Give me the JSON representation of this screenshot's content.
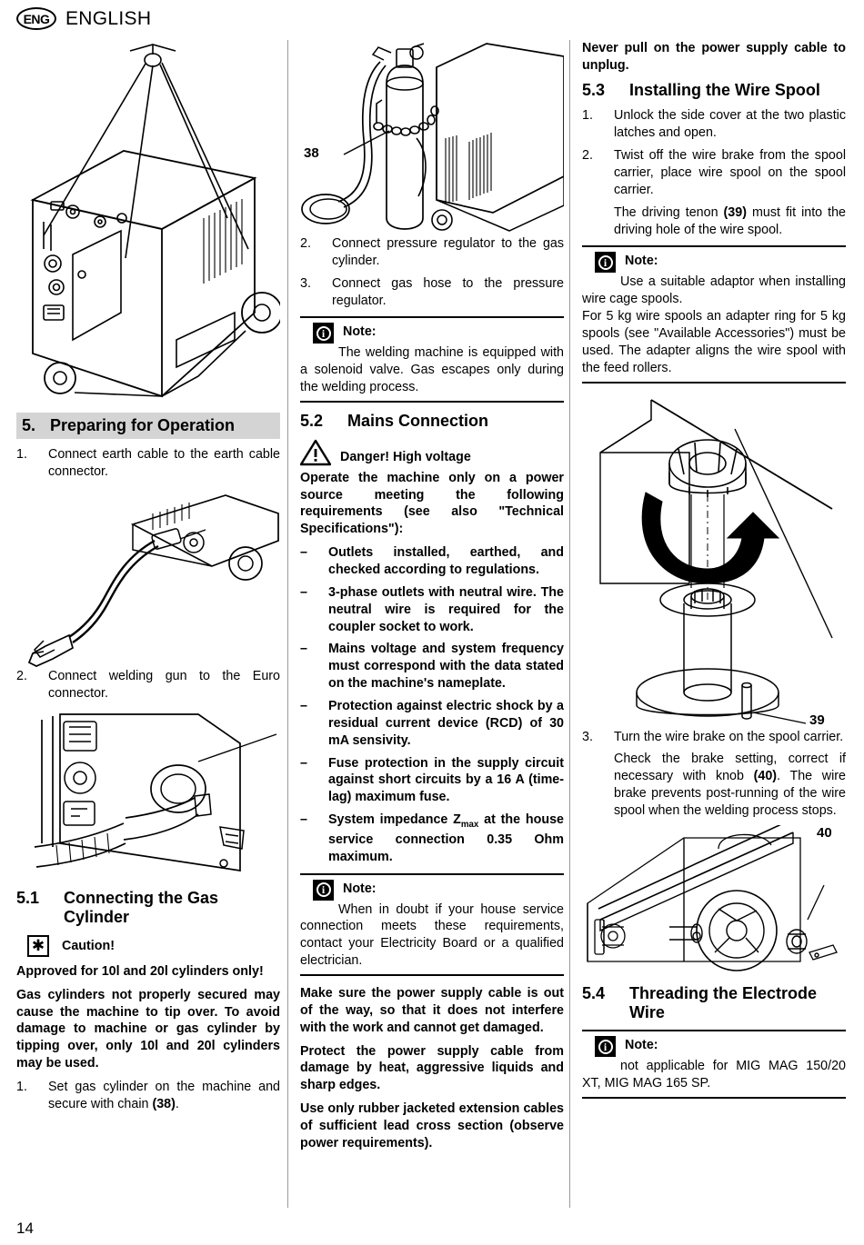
{
  "header": {
    "badge": "ENG",
    "title": "ENGLISH"
  },
  "footer": {
    "page_number": "14"
  },
  "col1": {
    "fig_machine_chain": {
      "name": "welding-machine-with-strap-illustration"
    },
    "section5": {
      "number": "5.",
      "title": "Preparing for Operation"
    },
    "step1": {
      "marker": "1.",
      "text": "Connect earth cable to the earth cable connector."
    },
    "fig_earth_cable": {
      "name": "earth-cable-clamp-illustration"
    },
    "step2": {
      "marker": "2.",
      "text": "Connect welding gun to the Euro connector."
    },
    "fig_euro_connector": {
      "name": "euro-connector-illustration"
    },
    "section51": {
      "number": "5.1",
      "title": "Connecting the Gas Cylinder"
    },
    "caution": {
      "icon": "caution-starburst-icon",
      "label": "Caution!"
    },
    "caution_text1": "Approved for 10l and 20l cylinders only!",
    "caution_text2": "Gas cylinders not properly secured may cause the machine to tip over. To avoid damage to machine or gas cylinder by tipping over, only 10l and 20l cylinders may be used.",
    "step3": {
      "marker": "1.",
      "text_a": "Set gas cylinder on the machine and secure with chain ",
      "text_b": "(38)",
      "text_c": "."
    }
  },
  "col2": {
    "fig_gas_cylinder": {
      "name": "gas-cylinder-chain-illustration",
      "callout": "38"
    },
    "step2": {
      "marker": "2.",
      "text": "Connect pressure regulator to the gas cylinder."
    },
    "step3": {
      "marker": "3.",
      "text": "Connect gas hose to the pressure regulator."
    },
    "note1": {
      "icon": "info-icon",
      "label": "Note:",
      "text": "The welding machine is equipped with a solenoid valve. Gas escapes only during the welding process."
    },
    "section52": {
      "number": "5.2",
      "title": "Mains Connection"
    },
    "danger": {
      "icon": "warning-triangle-icon",
      "label": "Danger! High voltage"
    },
    "danger_intro": "Operate the machine only on a power source meeting the following requirements (see also \"Technical Specifications\"):",
    "requirements": [
      {
        "marker": "–",
        "text": "Outlets installed, earthed, and checked according to regulations."
      },
      {
        "marker": "–",
        "text": "3-phase outlets with neutral wire. The neutral wire is required for the coupler socket to work."
      },
      {
        "marker": "–",
        "text": "Mains voltage and system frequency must correspond with the data stated on the machine's nameplate."
      },
      {
        "marker": "–",
        "text": "Protection against electric shock by a residual current device (RCD) of 30 mA sensivity."
      },
      {
        "marker": "–",
        "text": "Fuse protection in the supply circuit against short circuits by a 16 A (time-lag) maximum fuse."
      }
    ],
    "requirement_impedance": {
      "marker": "–",
      "part1": "System impedance Z",
      "sub": "max",
      "part2": " at the house service connection 0.35 Ohm maximum."
    },
    "note2": {
      "icon": "info-icon",
      "label": "Note:",
      "text": "When in doubt if your house service connection meets these requirements, contact your Electricity Board or a qualified electrician."
    },
    "para1": "Make sure the power supply cable is out of the way, so that it does not interfere with the work and cannot get damaged.",
    "para2": "Protect the power supply cable from damage by heat, aggressive liquids and sharp edges.",
    "para3": "Use only rubber jacketed extension cables of sufficient lead cross section (observe power requirements)."
  },
  "col3": {
    "para_top": "Never pull on the power supply cable to unplug.",
    "section53": {
      "number": "5.3",
      "title": "Installing the Wire Spool"
    },
    "step1": {
      "marker": "1.",
      "text": "Unlock the side cover at the two plastic latches and open."
    },
    "step2": {
      "marker": "2.",
      "text": "Twist off the wire brake from the spool carrier, place wire spool on the spool carrier.",
      "cont_a": "The driving tenon ",
      "cont_b": "(39)",
      "cont_c": " must fit into the driving hole of the wire spool."
    },
    "note1": {
      "icon": "info-icon",
      "label": "Note:",
      "text": "Use a suitable adaptor when installing wire cage spools.",
      "text2": "For 5 kg wire spools an adapter ring for 5 kg spools (see \"Available Accessories\") must be used. The adapter aligns the wire spool with the feed rollers."
    },
    "fig_spool_brake": {
      "name": "wire-brake-spool-carrier-illustration",
      "callout": "39"
    },
    "step3": {
      "marker": "3.",
      "text": "Turn the wire brake on the spool carrier.",
      "cont_a": "Check the brake setting, correct if necessary with knob ",
      "cont_b": "(40)",
      "cont_c": ". The wire brake prevents post-running of the wire spool when the welding process stops."
    },
    "fig_spool_knob": {
      "name": "wire-spool-knob-illustration",
      "callout": "40"
    },
    "section54": {
      "number": "5.4",
      "title": "Threading the Electrode Wire"
    },
    "note2": {
      "icon": "info-icon",
      "label": "Note:",
      "text": "not applicable for MIG MAG 150/20 XT, MIG MAG 165 SP."
    }
  }
}
